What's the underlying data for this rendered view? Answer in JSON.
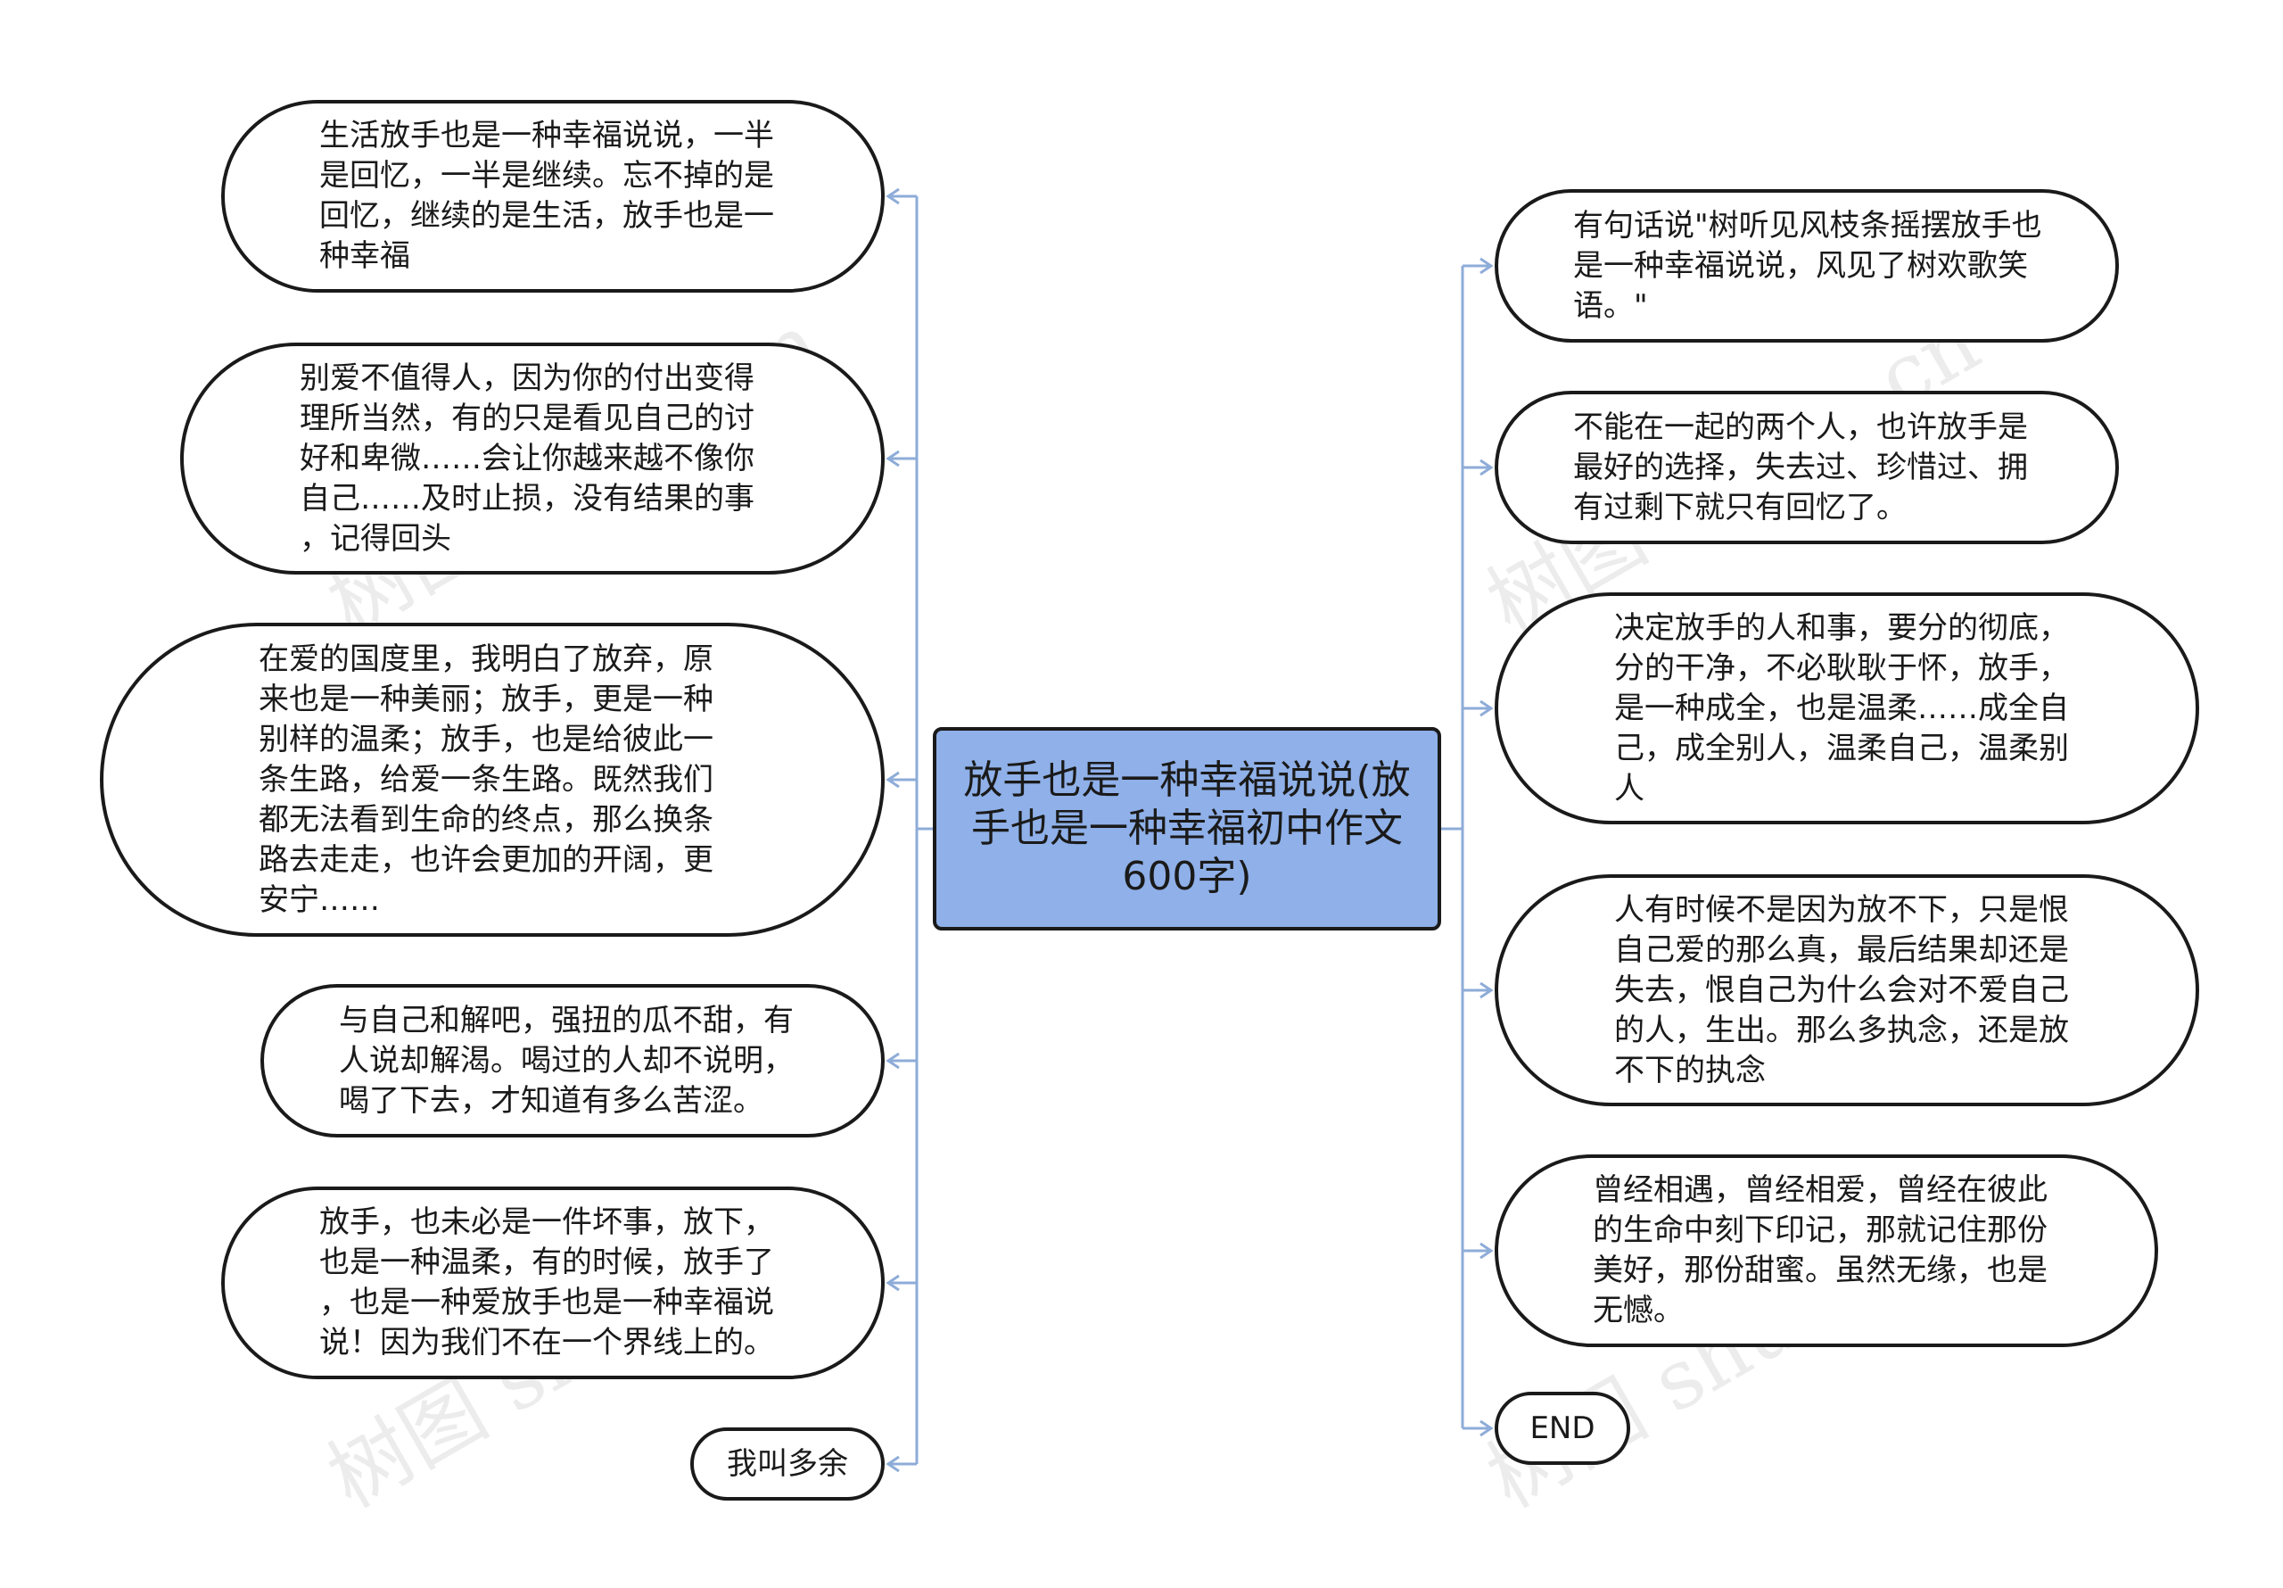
{
  "center": {
    "title": "放手也是一种幸福说说(放手也是一种幸福初中作文600字)"
  },
  "left_nodes": [
    {
      "text": "生活放手也是一种幸福说说，一半\n是回忆，一半是继续。忘不掉的是\n回忆，继续的是生活，放手也是一\n种幸福"
    },
    {
      "text": "别爱不值得人，因为你的付出变得\n理所当然，有的只是看见自己的讨\n好和卑微……会让你越来越不像你\n自己……及时止损，没有结果的事\n，记得回头"
    },
    {
      "text": "在爱的国度里，我明白了放弃，原\n来也是一种美丽；放手，更是一种\n别样的温柔；放手，也是给彼此一\n条生路，给爱一条生路。既然我们\n都无法看到生命的终点，那么换条\n路去走走，也许会更加的开阔，更\n安宁……"
    },
    {
      "text": "与自己和解吧，强扭的瓜不甜，有\n人说却解渴。喝过的人却不说明，\n喝了下去，才知道有多么苦涩。"
    },
    {
      "text": "放手，也未必是一件坏事，放下，\n也是一种温柔，有的时候，放手了\n，也是一种爱放手也是一种幸福说\n说！因为我们不在一个界线上的。"
    },
    {
      "text": "我叫多余"
    }
  ],
  "right_nodes": [
    {
      "text": "有句话说\"树听见风枝条摇摆放手也\n是一种幸福说说，风见了树欢歌笑\n语。\""
    },
    {
      "text": "不能在一起的两个人，也许放手是\n最好的选择，失去过、珍惜过、拥\n有过剩下就只有回忆了。"
    },
    {
      "text": "决定放手的人和事，要分的彻底，\n分的干净，不必耿耿于怀，放手，\n是一种成全，也是温柔……成全自\n己，成全别人，温柔自己，温柔别\n人"
    },
    {
      "text": "人有时候不是因为放不下，只是恨\n自己爱的那么真，最后结果却还是\n失去，恨自己为什么会对不爱自己\n的人，生出。那么多执念，还是放\n不下的执念"
    },
    {
      "text": "曾经相遇，曾经相爱，曾经在彼此\n的生命中刻下印记，那就记住那份\n美好，那份甜蜜。虽然无缘，也是\n无憾。"
    },
    {
      "text": "END"
    }
  ],
  "watermark": "树图 shutu.cn",
  "colors": {
    "center_fill": "#8fb0e8",
    "connector": "#8eacd8",
    "border": "#1a1a1a"
  }
}
